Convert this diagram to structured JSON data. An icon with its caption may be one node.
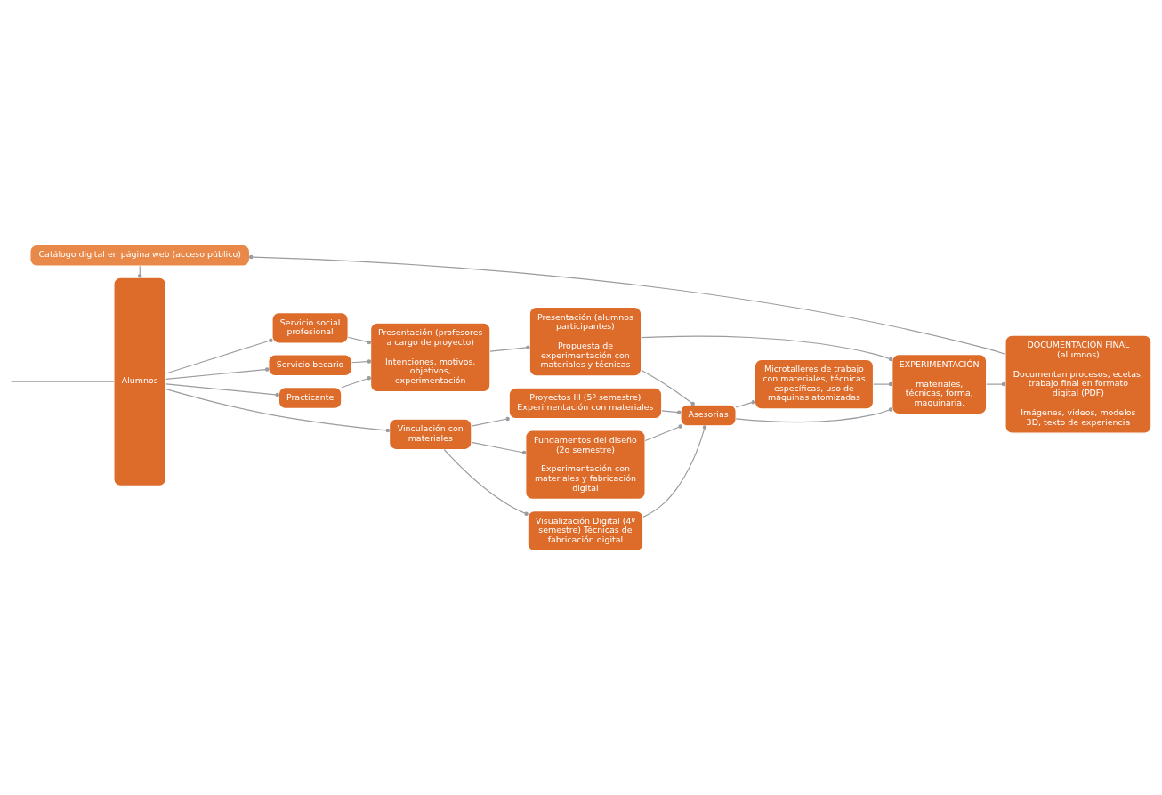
{
  "diagram": {
    "nodes": [
      {
        "text": [
          "Catálogo digital en página web (acceso público)"
        ]
      },
      {
        "text": [
          "Alumnos"
        ]
      },
      {
        "text": [
          "Servicio social profesional"
        ]
      },
      {
        "text": [
          "Servicio becario"
        ]
      },
      {
        "text": [
          "Practicante"
        ]
      },
      {
        "text": [
          "Vinculación con materiales"
        ]
      },
      {
        "text": [
          "Presentación (profesores a cargo de proyecto)",
          "Intenciones, motivos, objetivos, experimentación"
        ]
      },
      {
        "text": [
          "Presentación (alumnos participantes)",
          "Propuesta de experimentación con materiales y técnicas"
        ]
      },
      {
        "text": [
          "DOCUMENTACIÓN FINAL (alumnos)",
          "Documentan procesos, ecetas, trabajo final en formato digital (PDF)",
          "Imágenes, videos, modelos 3D, texto de experiencia"
        ]
      },
      {
        "text": [
          "Proyectos III (5º semestre) Experimentación con materiales"
        ]
      },
      {
        "text": [
          "Fundamentos del diseño (2o semestre)",
          "Experimentación con materiales y fabricación digital"
        ]
      },
      {
        "text": [
          "Visualización Digital (4º semestre) Técnicas de fabricación digital"
        ]
      },
      {
        "text": [
          "Asesorias"
        ]
      },
      {
        "text": [
          "Microtalleres de trabajo con materiales, técnicas específicas, uso de máquinas atomizadas"
        ]
      },
      {
        "text": [
          "EXPERIMENTACIÓN",
          "materiales, técnicas, forma, maquinaria."
        ]
      }
    ],
    "edges": [
      {
        "from": 0,
        "to": 1,
        "arrow": "other"
      },
      {
        "from": 8,
        "to": 0,
        "arrow": "other"
      },
      {
        "from": null,
        "to": 1,
        "arrow": "none"
      },
      {
        "from": 1,
        "to": 2,
        "arrow": "other"
      },
      {
        "from": 1,
        "to": 3,
        "arrow": "other"
      },
      {
        "from": 1,
        "to": 4,
        "arrow": "other"
      },
      {
        "from": 1,
        "to": 5,
        "arrow": "other"
      },
      {
        "from": 2,
        "to": 6,
        "arrow": "other"
      },
      {
        "from": 3,
        "to": 6,
        "arrow": "other"
      },
      {
        "from": 4,
        "to": 6,
        "arrow": "other"
      },
      {
        "from": 5,
        "to": 9,
        "arrow": "other"
      },
      {
        "from": 5,
        "to": 10,
        "arrow": "other"
      },
      {
        "from": 5,
        "to": 11,
        "arrow": "other"
      },
      {
        "from": 6,
        "to": 7,
        "arrow": "other"
      },
      {
        "from": 7,
        "to": 12,
        "arrow": "other"
      },
      {
        "from": 7,
        "to": 14,
        "arrow": "other"
      },
      {
        "from": 9,
        "to": 12,
        "arrow": "other"
      },
      {
        "from": 10,
        "to": 12,
        "arrow": "other"
      },
      {
        "from": 11,
        "to": 12,
        "arrow": "other"
      },
      {
        "from": 12,
        "to": 14,
        "arrow": "other"
      },
      {
        "from": 12,
        "to": 13,
        "arrow": "other"
      },
      {
        "from": 13,
        "to": 14,
        "arrow": "other"
      },
      {
        "from": 14,
        "to": 8,
        "arrow": "other"
      }
    ]
  }
}
